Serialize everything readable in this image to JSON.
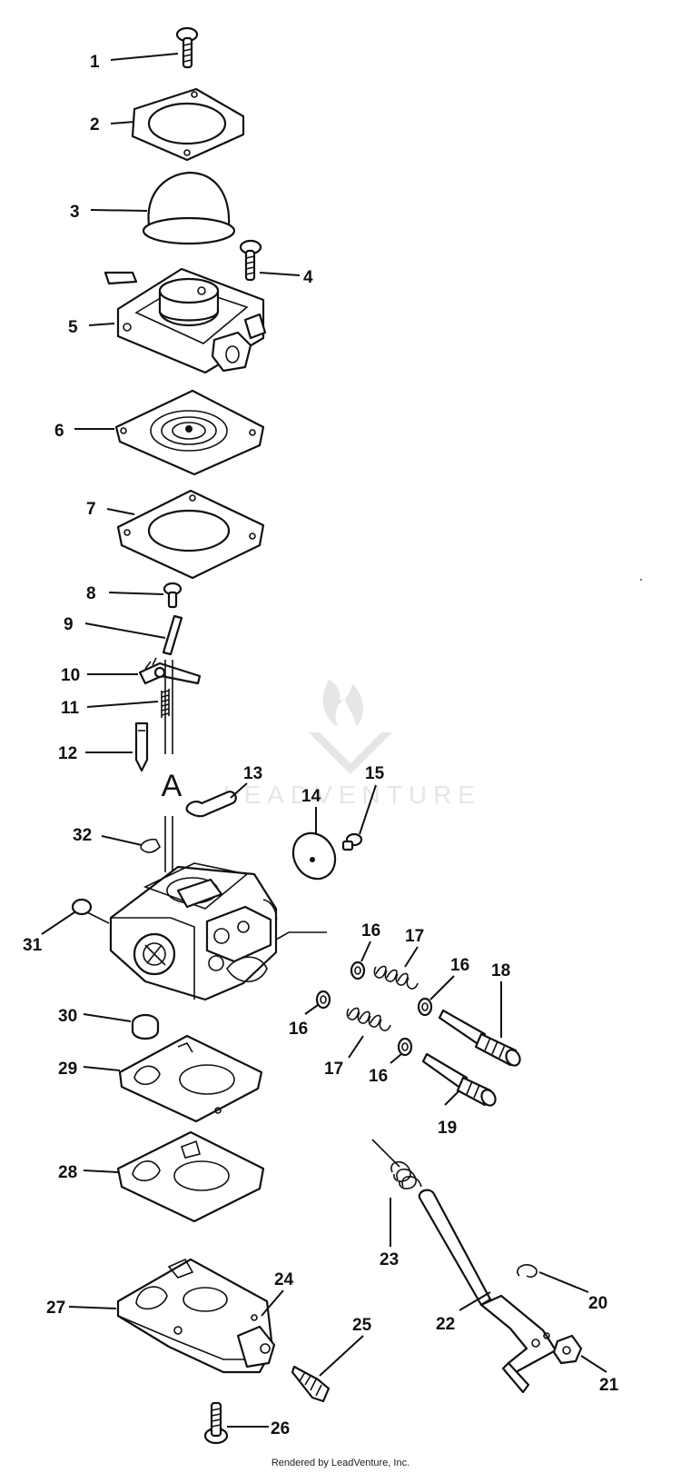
{
  "diagram": {
    "section_marker": "A",
    "watermark": "LEADVENTURE",
    "footer": "Rendered by LeadVenture, Inc.",
    "callouts": {
      "p1": "1",
      "p2": "2",
      "p3": "3",
      "p4": "4",
      "p5": "5",
      "p6": "6",
      "p7": "7",
      "p8": "8",
      "p9": "9",
      "p10": "10",
      "p11": "11",
      "p12": "12",
      "p13": "13",
      "p14": "14",
      "p15": "15",
      "p16a": "16",
      "p16b": "16",
      "p16c": "16",
      "p16d": "16",
      "p17a": "17",
      "p17b": "17",
      "p18": "18",
      "p19": "19",
      "p20": "20",
      "p21": "21",
      "p22": "22",
      "p23": "23",
      "p24": "24",
      "p25": "25",
      "p26": "26",
      "p27": "27",
      "p28": "28",
      "p29": "29",
      "p30": "30",
      "p31": "31",
      "p32": "32"
    }
  }
}
